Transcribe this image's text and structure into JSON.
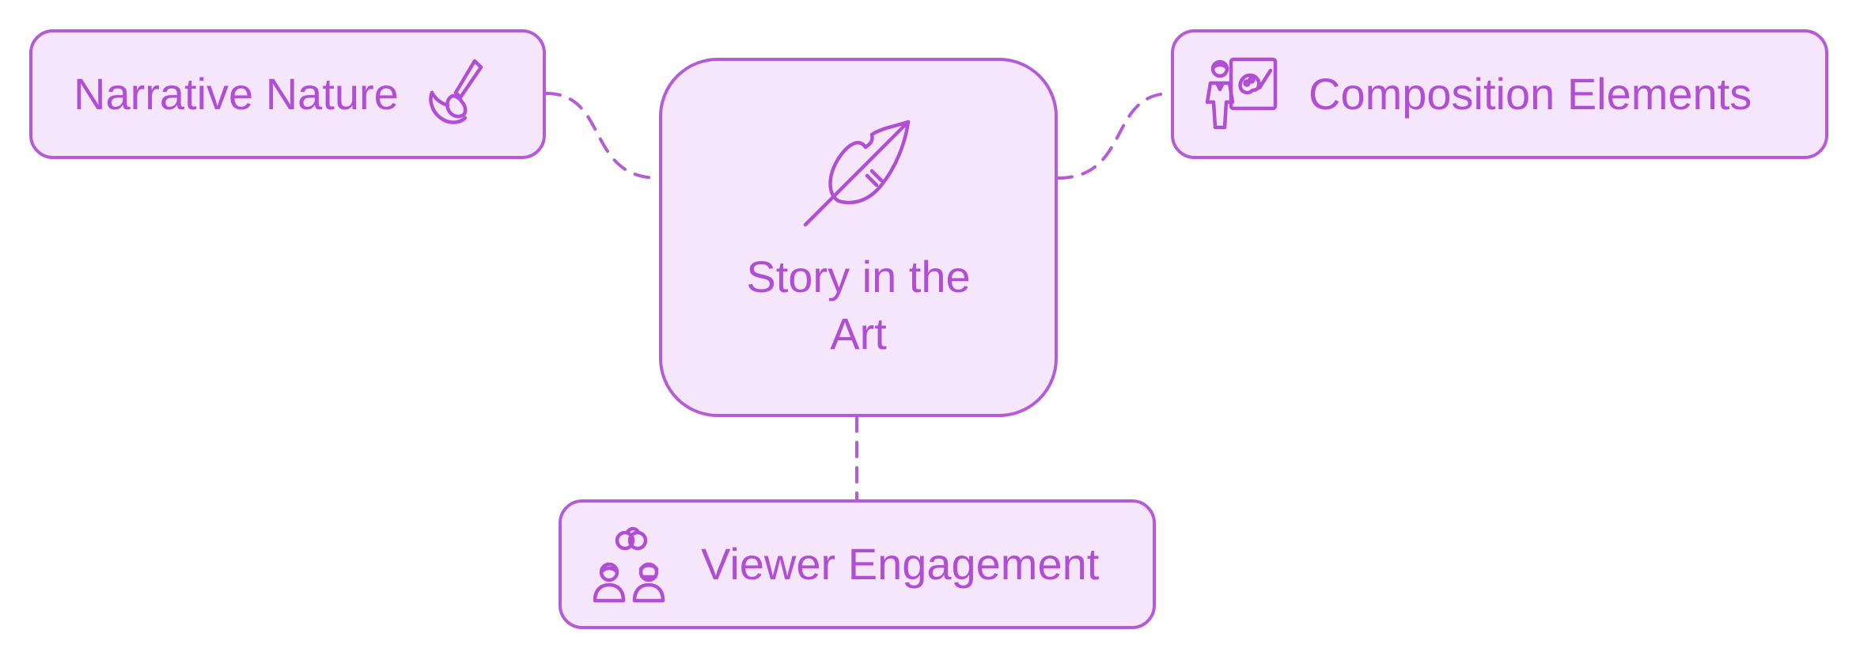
{
  "diagram": {
    "center": {
      "label": "Story in the Art",
      "icon": "feather-quill-icon"
    },
    "nodes": [
      {
        "id": "narrative-nature",
        "label": "Narrative Nature",
        "icon": "paintbrush-icon"
      },
      {
        "id": "composition-elements",
        "label": "Composition Elements",
        "icon": "painter-easel-icon"
      },
      {
        "id": "viewer-engagement",
        "label": "Viewer Engagement",
        "icon": "viewers-group-icon"
      }
    ],
    "edges": [
      {
        "from": "narrative-nature",
        "to": "center",
        "style": "dashed"
      },
      {
        "from": "composition-elements",
        "to": "center",
        "style": "dashed"
      },
      {
        "from": "viewer-engagement",
        "to": "center",
        "style": "dashed"
      }
    ],
    "colors": {
      "stroke": "#b45bd6",
      "fill": "#f6e6fb",
      "text": "#b04fd3"
    }
  }
}
